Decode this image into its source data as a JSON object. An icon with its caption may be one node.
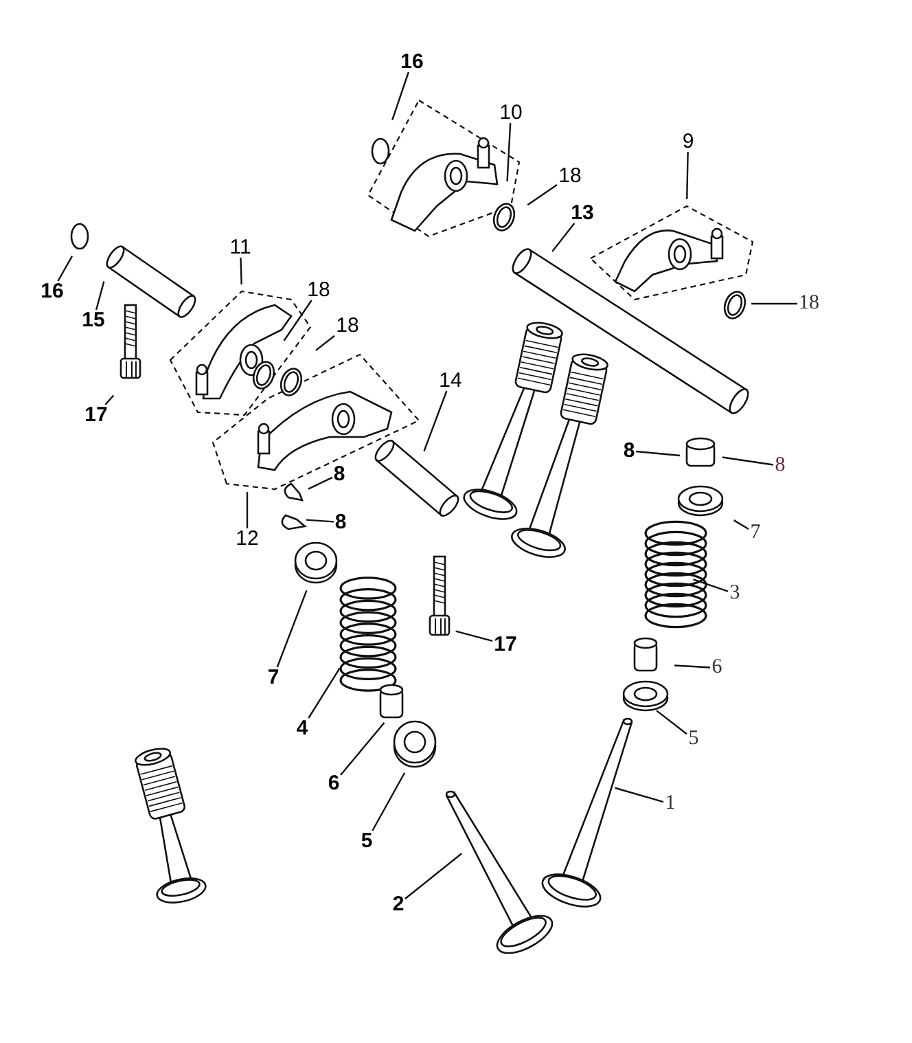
{
  "diagram": {
    "nodes": [
      {
        "text": [
          "16"
        ]
      },
      {
        "text": [
          "10"
        ]
      },
      {
        "text": [
          "9"
        ]
      },
      {
        "text": [
          "18"
        ]
      },
      {
        "text": [
          "13"
        ]
      },
      {
        "text": [
          "11"
        ]
      },
      {
        "text": [
          "18"
        ]
      },
      {
        "text": [
          "16"
        ]
      },
      {
        "text": [
          "18"
        ]
      },
      {
        "text": [
          "15"
        ]
      },
      {
        "text": [
          "18"
        ]
      },
      {
        "text": [
          "14"
        ]
      },
      {
        "text": [
          "17"
        ]
      },
      {
        "text": [
          "8"
        ]
      },
      {
        "text": [
          "8"
        ]
      },
      {
        "text": [
          "8"
        ]
      },
      {
        "text": [
          "8"
        ]
      },
      {
        "text": [
          "7"
        ]
      },
      {
        "text": [
          "12"
        ]
      },
      {
        "text": [
          "3"
        ]
      },
      {
        "text": [
          "17"
        ]
      },
      {
        "text": [
          "6"
        ]
      },
      {
        "text": [
          "7"
        ]
      },
      {
        "text": [
          "4"
        ]
      },
      {
        "text": [
          "5"
        ]
      },
      {
        "text": [
          "6"
        ]
      },
      {
        "text": [
          "1"
        ]
      },
      {
        "text": [
          "5"
        ]
      },
      {
        "text": [
          "2"
        ]
      }
    ],
    "edges": [
      {
        "from": 0,
        "to": null,
        "arrow": "none"
      },
      {
        "from": 1,
        "to": null,
        "arrow": "none"
      },
      {
        "from": 2,
        "to": null,
        "arrow": "none"
      },
      {
        "from": 3,
        "to": null,
        "arrow": "none"
      },
      {
        "from": 4,
        "to": null,
        "arrow": "none"
      },
      {
        "from": 5,
        "to": null,
        "arrow": "none"
      },
      {
        "from": 6,
        "to": null,
        "arrow": "none"
      },
      {
        "from": 7,
        "to": null,
        "arrow": "none"
      },
      {
        "from": 8,
        "to": null,
        "arrow": "none"
      },
      {
        "from": 9,
        "to": null,
        "arrow": "none"
      },
      {
        "from": 10,
        "to": null,
        "arrow": "none"
      },
      {
        "from": 11,
        "to": null,
        "arrow": "none"
      },
      {
        "from": 12,
        "to": null,
        "arrow": "none"
      },
      {
        "from": 13,
        "to": null,
        "arrow": "none"
      },
      {
        "from": 14,
        "to": null,
        "arrow": "none"
      },
      {
        "from": 15,
        "to": null,
        "arrow": "none"
      },
      {
        "from": 16,
        "to": null,
        "arrow": "none"
      },
      {
        "from": 17,
        "to": null,
        "arrow": "none"
      },
      {
        "from": 18,
        "to": null,
        "arrow": "none"
      },
      {
        "from": 19,
        "to": null,
        "arrow": "none"
      },
      {
        "from": 20,
        "to": null,
        "arrow": "none"
      },
      {
        "from": 21,
        "to": null,
        "arrow": "none"
      },
      {
        "from": 22,
        "to": null,
        "arrow": "none"
      },
      {
        "from": 23,
        "to": null,
        "arrow": "none"
      },
      {
        "from": 24,
        "to": null,
        "arrow": "none"
      },
      {
        "from": 25,
        "to": null,
        "arrow": "none"
      },
      {
        "from": 26,
        "to": null,
        "arrow": "none"
      },
      {
        "from": 27,
        "to": null,
        "arrow": "none"
      },
      {
        "from": 28,
        "to": null,
        "arrow": "none"
      }
    ]
  }
}
